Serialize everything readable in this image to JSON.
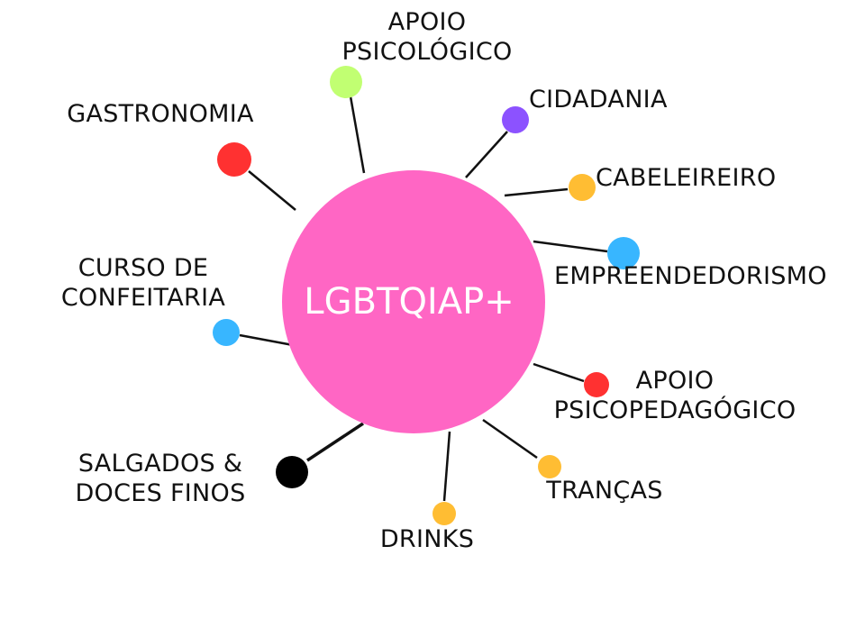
{
  "center": {
    "label": "LGBTQIAP+",
    "color": "#ff66c4"
  },
  "nodes": [
    {
      "id": "apoio-psicologico",
      "lines": [
        "APOIO",
        "PSICOLÓGICO"
      ],
      "color": "#c1ff72"
    },
    {
      "id": "cidadania",
      "lines": [
        "CIDADANIA"
      ],
      "color": "#8c52ff"
    },
    {
      "id": "cabeleireiro",
      "lines": [
        "CABELEIREIRO"
      ],
      "color": "#ffbd33"
    },
    {
      "id": "empreendedorismo",
      "lines": [
        "EMPREENDEDORISMO"
      ],
      "color": "#38b6ff"
    },
    {
      "id": "apoio-psicopedagogico",
      "lines": [
        "APOIO",
        "PSICOPEDAGÓGICO"
      ],
      "color": "#ff3131"
    },
    {
      "id": "trancas",
      "lines": [
        "TRANÇAS"
      ],
      "color": "#ffbd33"
    },
    {
      "id": "drinks",
      "lines": [
        "DRINKS"
      ],
      "color": "#ffbd33"
    },
    {
      "id": "salgados-doces-finos",
      "lines": [
        "SALGADOS &",
        "DOCES FINOS"
      ],
      "color": "#000000"
    },
    {
      "id": "curso-de-confeitaria",
      "lines": [
        "CURSO DE",
        "CONFEITARIA"
      ],
      "color": "#38b6ff"
    },
    {
      "id": "gastronomia",
      "lines": [
        "GASTRONOMIA"
      ],
      "color": "#ff3131"
    }
  ]
}
